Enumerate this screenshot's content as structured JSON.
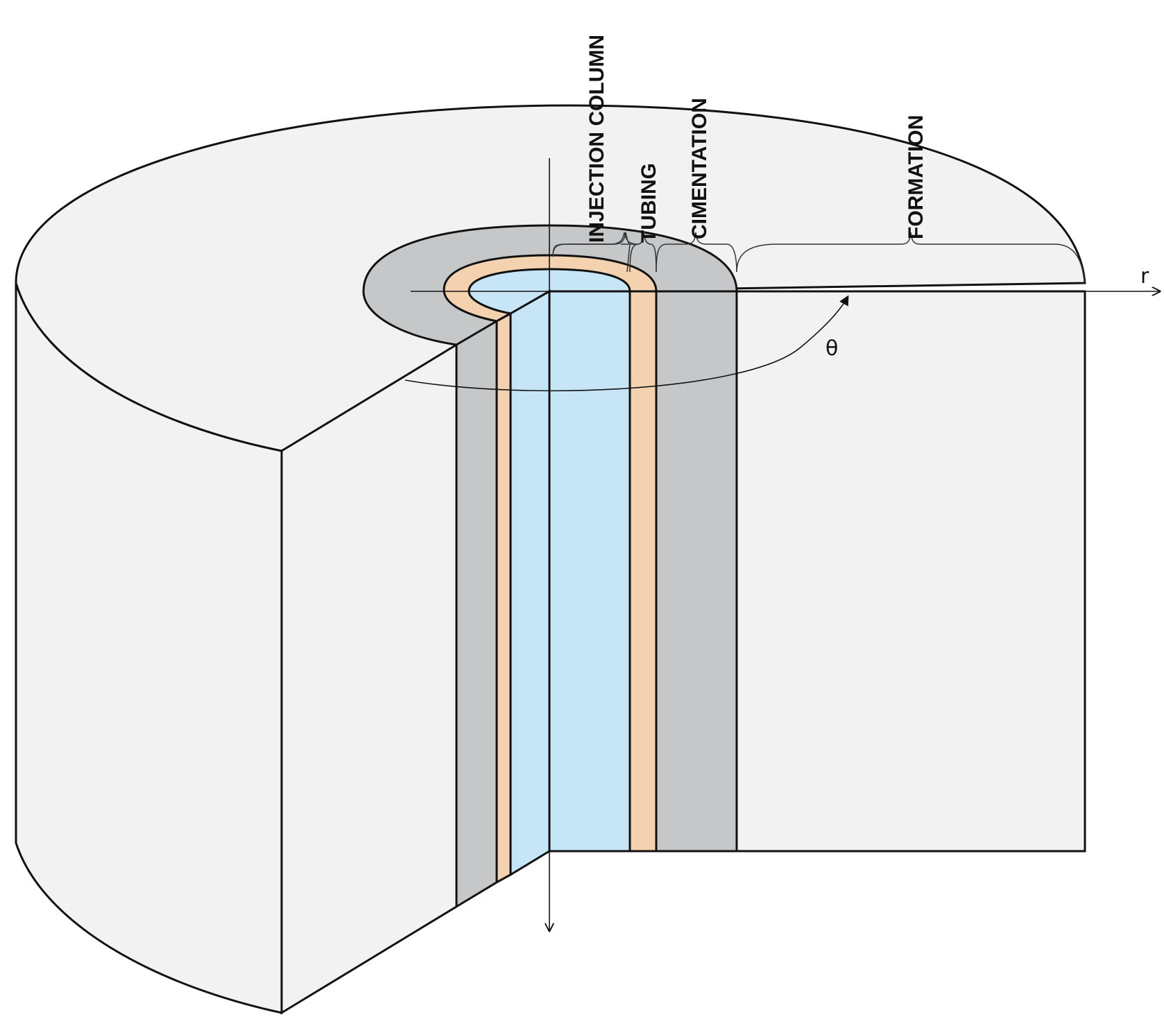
{
  "labels": {
    "injection_column": "INJECTION COLUMN",
    "tubing": "TUBING",
    "cimentation": "CIMENTATION",
    "formation": "FORMATION"
  },
  "axes": {
    "r": "r",
    "theta": "θ"
  },
  "colors": {
    "formation": "#f2f2f2",
    "cimentation": "#c6c7c9",
    "tubing": "#f4d2b0",
    "injection_column": "#c6e6f8",
    "outline": "#111111"
  }
}
